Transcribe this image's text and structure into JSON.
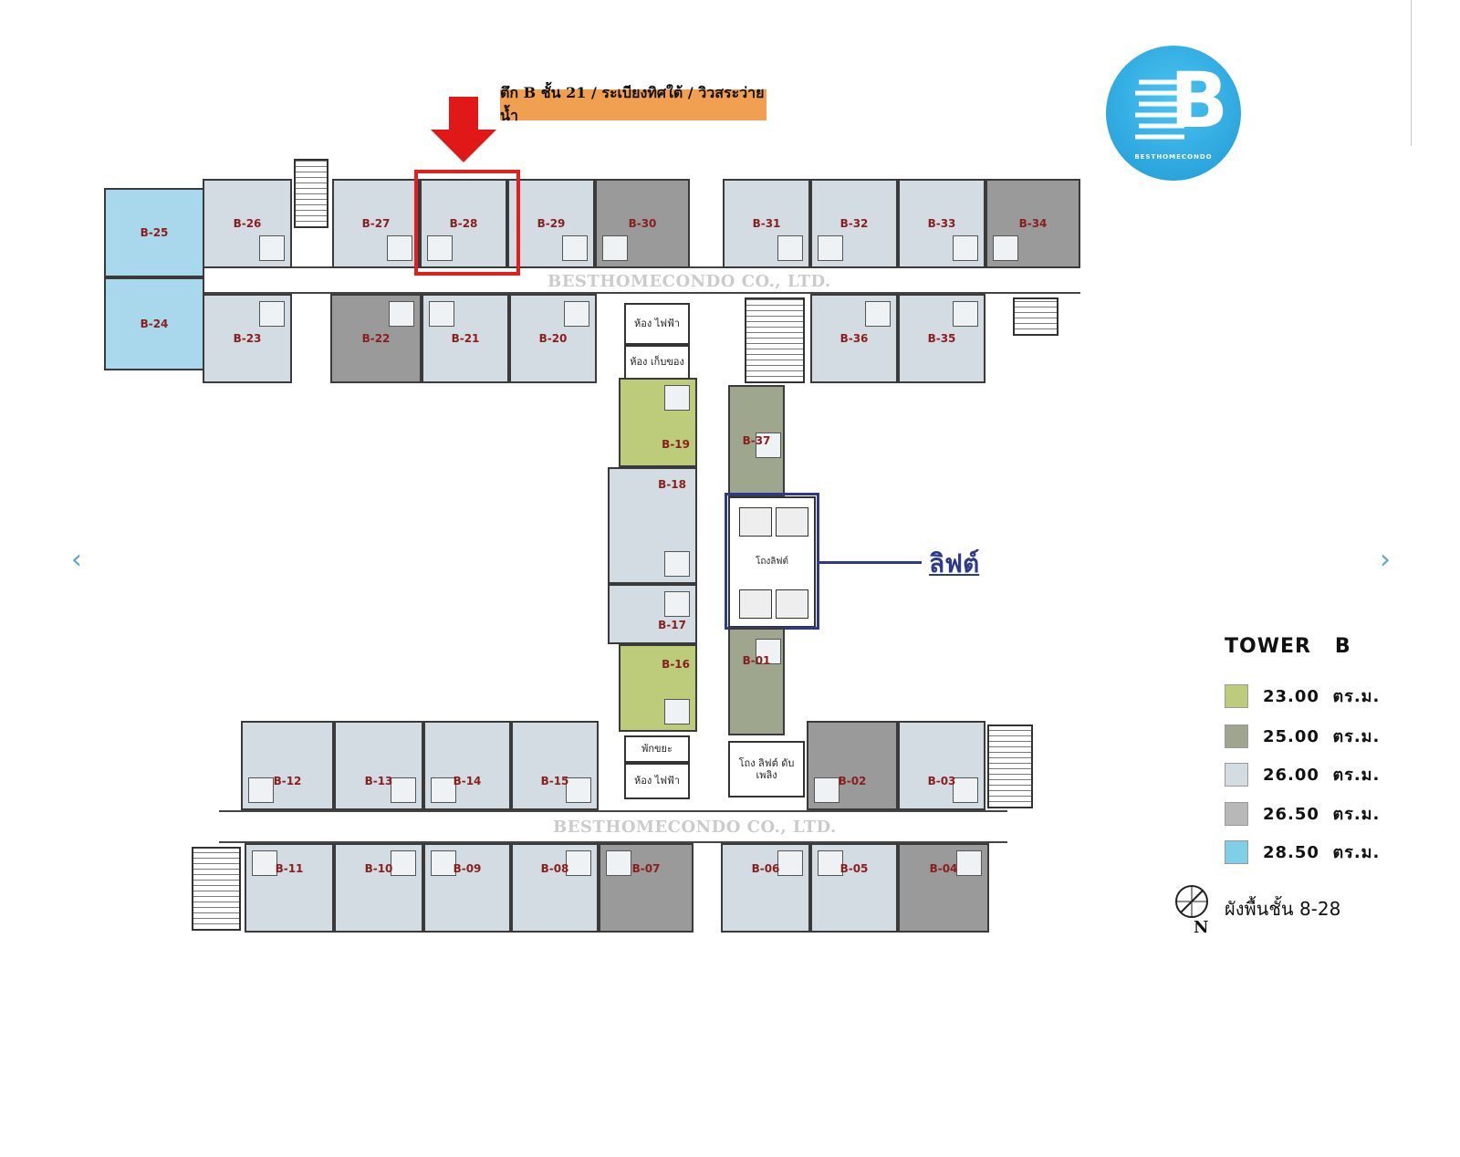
{
  "banner": {
    "text": "ตึก B ชั้น 21 / ระเบียงทิศใต้ / วิวสระว่ายน้ำ",
    "bg": "#f0a050"
  },
  "logo": {
    "letter": "B",
    "text": "BESTHOMECONDO",
    "color": "#2aa7e0"
  },
  "watermarks": [
    "BESTHOMECONDO CO., LTD.",
    "BESTHOMECONDO CO., LTD."
  ],
  "highlight": {
    "unit": "B-28",
    "color": "#e02020"
  },
  "lift": {
    "label": "ลิฟต์",
    "hall": "โถงลิฟต์",
    "color": "#2d3a8c"
  },
  "services": {
    "electric1": "ห้อง ไฟฟ้า",
    "storage": "ห้อง เก็บของ",
    "trash": "พักขยะ",
    "electric2": "ห้อง ไฟฟ้า",
    "fireLift": "โถง ลิฟต์ ดับเพลิง"
  },
  "units": {
    "b25": "B-25",
    "b24": "B-24",
    "b26": "B-26",
    "b23": "B-23",
    "b27": "B-27",
    "b28": "B-28",
    "b29": "B-29",
    "b30": "B-30",
    "b22": "B-22",
    "b21": "B-21",
    "b20": "B-20",
    "b31": "B-31",
    "b32": "B-32",
    "b33": "B-33",
    "b34": "B-34",
    "b36": "B-36",
    "b35": "B-35",
    "b19": "B-19",
    "b18": "B-18",
    "b17": "B-17",
    "b16": "B-16",
    "b37": "B-37",
    "b01": "B-01",
    "b12": "B-12",
    "b13": "B-13",
    "b14": "B-14",
    "b15": "B-15",
    "b02": "B-02",
    "b03": "B-03",
    "b11": "B-11",
    "b10": "B-10",
    "b09": "B-09",
    "b08": "B-08",
    "b07": "B-07",
    "b06": "B-06",
    "b05": "B-05",
    "b04": "B-04"
  },
  "legend": {
    "title": "TOWER   B",
    "items": [
      {
        "label": "23.00  ตร.ม.",
        "color": "#bdcc7a"
      },
      {
        "label": "25.00  ตร.ม.",
        "color": "#9ea68e"
      },
      {
        "label": "26.00  ตร.ม.",
        "color": "#d4dce3"
      },
      {
        "label": "26.50  ตร.ม.",
        "color": "#b8b8b8"
      },
      {
        "label": "28.50  ตร.ม.",
        "color": "#7fcfe6"
      }
    ]
  },
  "compass": {
    "letter": "N",
    "floors": "ผังพื้นชั้น 8-28"
  },
  "nav": {
    "prev": "‹",
    "next": "›"
  }
}
